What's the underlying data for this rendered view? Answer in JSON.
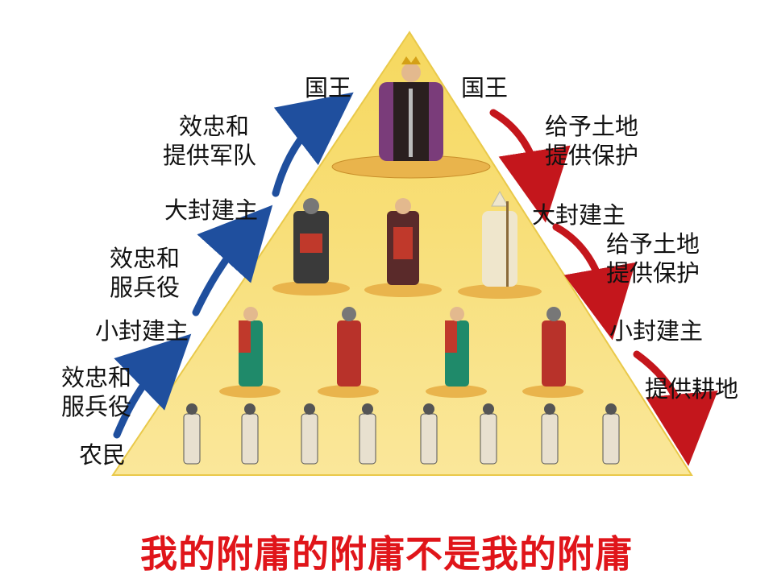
{
  "left_chain": {
    "top": "国王",
    "loyalty_1": [
      "效忠和",
      "提供军队"
    ],
    "vassal_great": "大封建主",
    "loyalty_2": [
      "效忠和",
      "服兵役"
    ],
    "vassal_small": "小封建主",
    "loyalty_3": [
      "效忠和",
      "服兵役"
    ],
    "bottom": "农民"
  },
  "right_chain": {
    "top": "国王",
    "grant_1": [
      "给予土地",
      "提供保护"
    ],
    "vassal_great": "大封建主",
    "grant_2": [
      "给予土地",
      "提供保护"
    ],
    "vassal_small": "小封建主",
    "grant_3": "提供耕地"
  },
  "caption": "我的附庸的附庸不是我的附庸",
  "colors": {
    "pyramid_fill": "#f8df6e",
    "up_arrow": "#1f4f9e",
    "down_arrow": "#c4161c",
    "caption": "#e0151a"
  }
}
